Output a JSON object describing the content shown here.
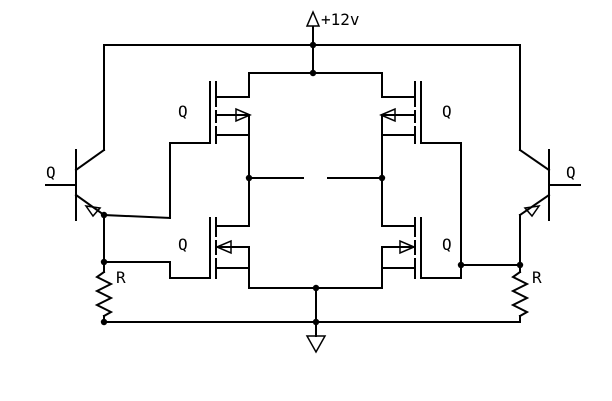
{
  "diagram": {
    "supply_label": "+12v",
    "q_tl": "Q",
    "q_bl": "Q",
    "q_tr": "Q",
    "q_br": "Q",
    "q_left_bjt": "Q",
    "q_right_bjt": "Q",
    "r_left": "R",
    "r_right": "R"
  },
  "icons": {
    "supply": "supply-arrow-icon",
    "ground": "ground-icon"
  }
}
